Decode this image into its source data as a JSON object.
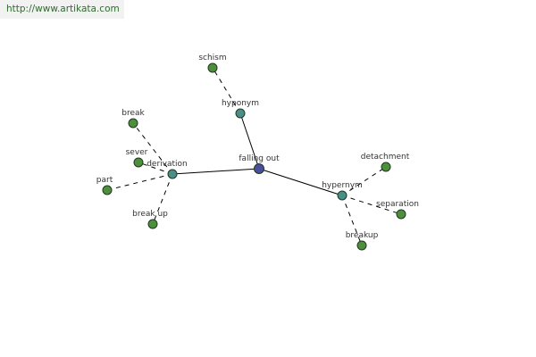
{
  "banner": {
    "url_text": "http://www.artikata.com"
  },
  "graph": {
    "colors": {
      "root": "#4a4f9c",
      "relation": "#4a8e8a",
      "leaf": "#4e8f3e"
    },
    "nodes": [
      {
        "id": "falling-out",
        "label": "falling out",
        "kind": "root"
      },
      {
        "id": "hyponym",
        "label": "hyponym",
        "kind": "relation"
      },
      {
        "id": "derivation",
        "label": "derivation",
        "kind": "relation"
      },
      {
        "id": "hypernym",
        "label": "hypernym",
        "kind": "relation"
      },
      {
        "id": "schism",
        "label": "schism",
        "kind": "leaf"
      },
      {
        "id": "break",
        "label": "break",
        "kind": "leaf"
      },
      {
        "id": "sever",
        "label": "sever",
        "kind": "leaf"
      },
      {
        "id": "part",
        "label": "part",
        "kind": "leaf"
      },
      {
        "id": "break-up",
        "label": "break up",
        "kind": "leaf"
      },
      {
        "id": "detachment",
        "label": "detachment",
        "kind": "leaf"
      },
      {
        "id": "separation",
        "label": "separation",
        "kind": "leaf"
      },
      {
        "id": "breakup",
        "label": "breakup",
        "kind": "leaf"
      }
    ],
    "edges": [
      {
        "from": "falling-out",
        "to": "hyponym",
        "style": "solid"
      },
      {
        "from": "falling-out",
        "to": "derivation",
        "style": "solid"
      },
      {
        "from": "falling-out",
        "to": "hypernym",
        "style": "solid"
      },
      {
        "from": "hyponym",
        "to": "schism",
        "style": "dashed"
      },
      {
        "from": "derivation",
        "to": "break",
        "style": "dashed"
      },
      {
        "from": "derivation",
        "to": "sever",
        "style": "dashed"
      },
      {
        "from": "derivation",
        "to": "part",
        "style": "dashed"
      },
      {
        "from": "derivation",
        "to": "break-up",
        "style": "dashed"
      },
      {
        "from": "hypernym",
        "to": "detachment",
        "style": "dashed"
      },
      {
        "from": "hypernym",
        "to": "separation",
        "style": "dashed"
      },
      {
        "from": "hypernym",
        "to": "breakup",
        "style": "dashed"
      }
    ]
  }
}
